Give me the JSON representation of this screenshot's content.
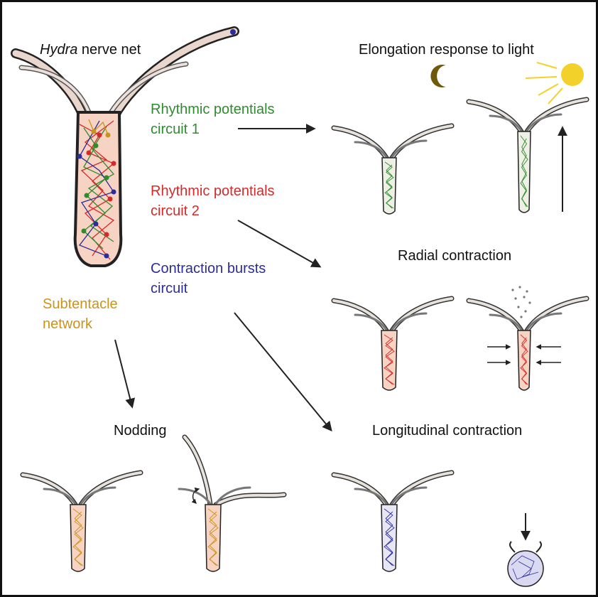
{
  "title_italic": "Hydra",
  "title_rest": " nerve net",
  "labels": {
    "elongation": "Elongation response to light",
    "rp1_line1": "Rhythmic potentials",
    "rp1_line2": "circuit 1",
    "rp2_line1": "Rhythmic potentials",
    "rp2_line2": "circuit 2",
    "cb_line1": "Contraction bursts",
    "cb_line2": "circuit",
    "sub_line1": "Subtentacle",
    "sub_line2": "network",
    "radial": "Radial contraction",
    "nodding": "Nodding",
    "longitudinal": "Longitudinal contraction"
  },
  "colors": {
    "green": "#2e8b2e",
    "red": "#d42a2a",
    "blue": "#2c2c9a",
    "orange": "#c8941e",
    "body_fill": "#f6d3c2",
    "outline": "#222222",
    "sun": "#f2d22a",
    "moon": "#6e5a0a"
  }
}
